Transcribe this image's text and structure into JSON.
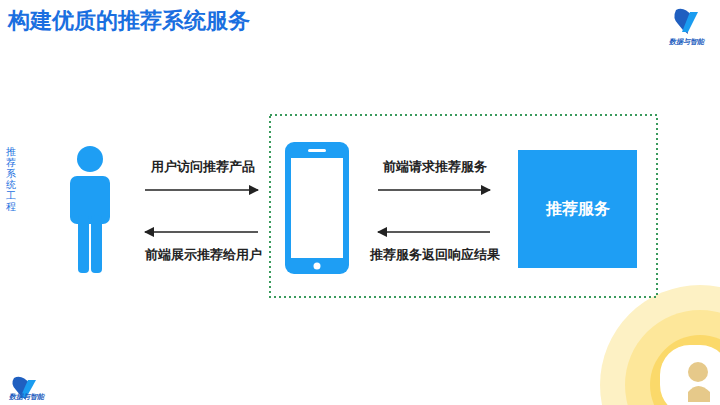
{
  "diagram": {
    "title": "构建优质的推荐系统服务",
    "nodes": [
      {
        "text": [
          "推荐服务"
        ]
      }
    ],
    "labels": [
      "推荐系统工程",
      "用户访问推荐产品",
      "前端展示推荐给用户",
      "前端请求推荐服务",
      "推荐服务返回响应结果",
      "数据与智能",
      "数据与智能"
    ]
  }
}
